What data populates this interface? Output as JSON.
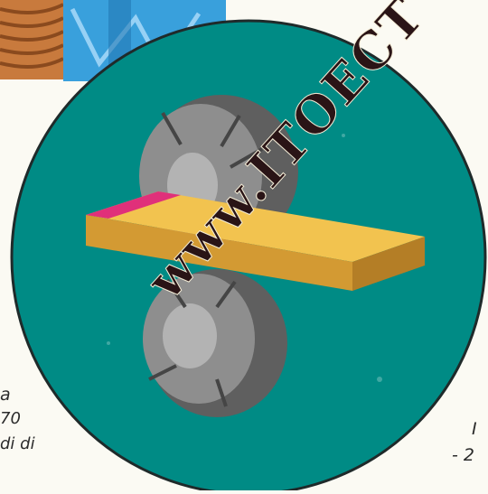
{
  "illustration": {
    "subject": "rolling-mill",
    "colors": {
      "disc": "#008b85",
      "disc_border": "#1f2a2a",
      "roller_outer": "#6f6f6f",
      "roller_face": "#969696",
      "roller_hub": "#b6b6b6",
      "slab_top": "#f2c34f",
      "slab_side": "#d39a33",
      "slab_edge": "#e0307a",
      "photo_blue": "#39a0dc",
      "photo_copper": "#c87a3d"
    }
  },
  "watermark": {
    "text": "www.ITOECT"
  },
  "margin_text": {
    "left_top": "a",
    "left_mid": "70",
    "left_bottom": "di  di",
    "right_top": "I",
    "right_bottom": "- 2"
  }
}
